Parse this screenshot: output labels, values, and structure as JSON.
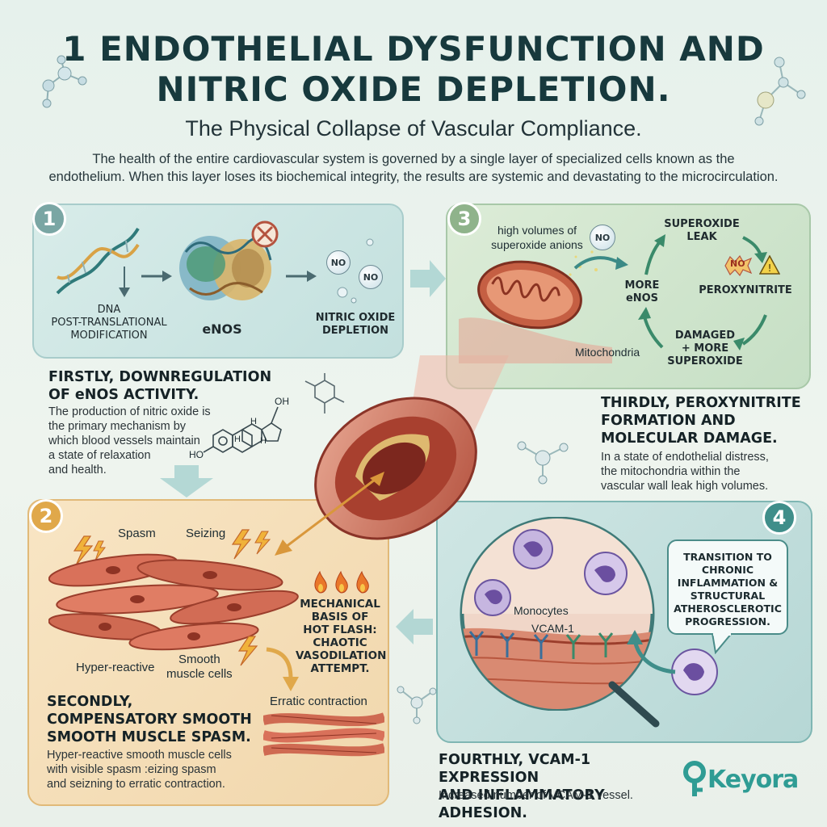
{
  "title": {
    "line1": "1 ENDOTHELIAL DYSFUNCTION AND",
    "line2": "NITRIC OXIDE DEPLETION."
  },
  "subtitle": "The Physical Collapse of Vascular Compliance.",
  "intro": {
    "line1": "The health of the entire cardiovascular system is governed by a single layer of specialized cells known as the",
    "line2": "endothelium. When this layer loses its biochemical integrity, the results are systemic and devastating to the microcirculation."
  },
  "panel1": {
    "number": "1",
    "dna_label_1": "DNA",
    "dna_label_2": "POST-TRANSLATIONAL",
    "dna_label_3": "MODIFICATION",
    "enos_label": "eNOS",
    "no_bubble_1": "NO",
    "no_bubble_2": "NO",
    "depletion_label_1": "NITRIC OXIDE",
    "depletion_label_2": "DEPLETION",
    "heading_1": "FIRSTLY, DOWNREGULATION",
    "heading_2": "OF eNOS ACTIVITY.",
    "body_1": "The production of nitric oxide is",
    "body_2": "the primary mechanism by",
    "body_3": "which blood vessels maintain",
    "body_4": "a state of relaxation",
    "body_5": "and health.",
    "molecule_oh_1": "OH",
    "molecule_oh_2": "HO",
    "molecule_h_1": "H",
    "molecule_h_2": "H",
    "molecule_h_3": "H"
  },
  "panel3": {
    "number": "3",
    "anions_label_1": "high volumes of",
    "anions_label_2": "superoxide anions",
    "no_bubble": "NO",
    "superoxide_leak_1": "SUPEROXIDE",
    "superoxide_leak_2": "LEAK",
    "more_enos_1": "MORE",
    "more_enos_2": "eNOS",
    "no_warning": "NO",
    "peroxynitrite": "PEROXYNITRITE",
    "damaged_1": "DAMAGED",
    "damaged_2": "+ MORE",
    "damaged_3": "SUPEROXIDE",
    "mitochondria_label": "Mitochondria",
    "heading_1": "THIRDLY, PEROXYNITRITE",
    "heading_2": "FORMATION AND",
    "heading_3": "MOLECULAR DAMAGE.",
    "body_1": "In a state of endothelial distress,",
    "body_2": "the mitochondria within the",
    "body_3": "vascular wall leak high volumes."
  },
  "panel2": {
    "number": "2",
    "spasm_label": "Spasm",
    "seizing_label": "Seizing",
    "hyper_label": "Hyper-reactive",
    "smooth_label_1": "Smooth",
    "smooth_label_2": "muscle cells",
    "mech_1": "MECHANICAL",
    "mech_2": "BASIS OF",
    "mech_3": "HOT FLASH:",
    "mech_4": "CHAOTIC",
    "mech_5": "VASODILATION",
    "mech_6": "ATTEMPT.",
    "erratic_label": "Erratic contraction",
    "heading_1": "SECONDLY,",
    "heading_2": "COMPENSATORY SMOOTH",
    "heading_3": "SMOOTH MUSCLE SPASM.",
    "body_1": "Hyper-reactive smooth muscle cells",
    "body_2": "with visible spasm :eizing spasm",
    "body_3": "and seizning to erratic contraction."
  },
  "panel4": {
    "number": "4",
    "monocytes_label": "Monocytes",
    "vcam_label": "VCAM-1",
    "callout_1": "TRANSITION TO",
    "callout_2": "CHRONIC",
    "callout_3": "INFLAMMATION &",
    "callout_4": "STRUCTURAL",
    "callout_5": "ATHEROSCLEROTIC",
    "callout_6": "PROGRESSION.",
    "heading_1": "FOURTHLY, VCAM-1 EXPRESSION",
    "heading_2": "AND INFLAMMATORY ADHESION.",
    "body_1": "Increased number of VCAM-1 vessel."
  },
  "logo": {
    "text": "Keyora"
  },
  "colors": {
    "panel1_num": "#7aa6a4",
    "panel2_num": "#e0a84a",
    "panel3_num": "#8fb38b",
    "panel4_num": "#3f8e8a",
    "title": "#17393d",
    "logo": "#2f9c94"
  },
  "icons": [
    "dna-helix-icon",
    "enos-protein-icon",
    "no-symbol-icon",
    "flame-icon",
    "lightning-icon",
    "hazard-icon",
    "magnifier-icon",
    "molecule-icon"
  ]
}
